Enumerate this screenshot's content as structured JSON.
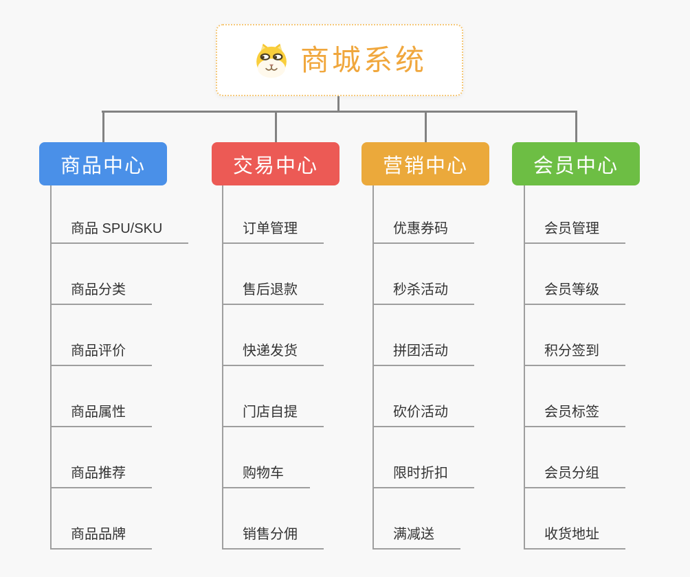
{
  "root": {
    "title": "商城系统",
    "icon": "dog-face-icon"
  },
  "branches": [
    {
      "label": "商品中心",
      "color": "#4A90E8",
      "items": [
        "商品 SPU/SKU",
        "商品分类",
        "商品评价",
        "商品属性",
        "商品推荐",
        "商品品牌"
      ]
    },
    {
      "label": "交易中心",
      "color": "#EC5A55",
      "items": [
        "订单管理",
        "售后退款",
        "快递发货",
        "门店自提",
        "购物车",
        "销售分佣"
      ]
    },
    {
      "label": "营销中心",
      "color": "#EBA93B",
      "items": [
        "优惠券码",
        "秒杀活动",
        "拼团活动",
        "砍价活动",
        "限时折扣",
        "满减送"
      ]
    },
    {
      "label": "会员中心",
      "color": "#6DBE44",
      "items": [
        "会员管理",
        "会员等级",
        "积分签到",
        "会员标签",
        "会员分组",
        "收货地址"
      ]
    }
  ],
  "colors": {
    "accent": "#F0A73D",
    "root_border": "#F5C878",
    "connector": "#828282",
    "item_line": "#9E9E9E",
    "item_text": "#333333"
  }
}
